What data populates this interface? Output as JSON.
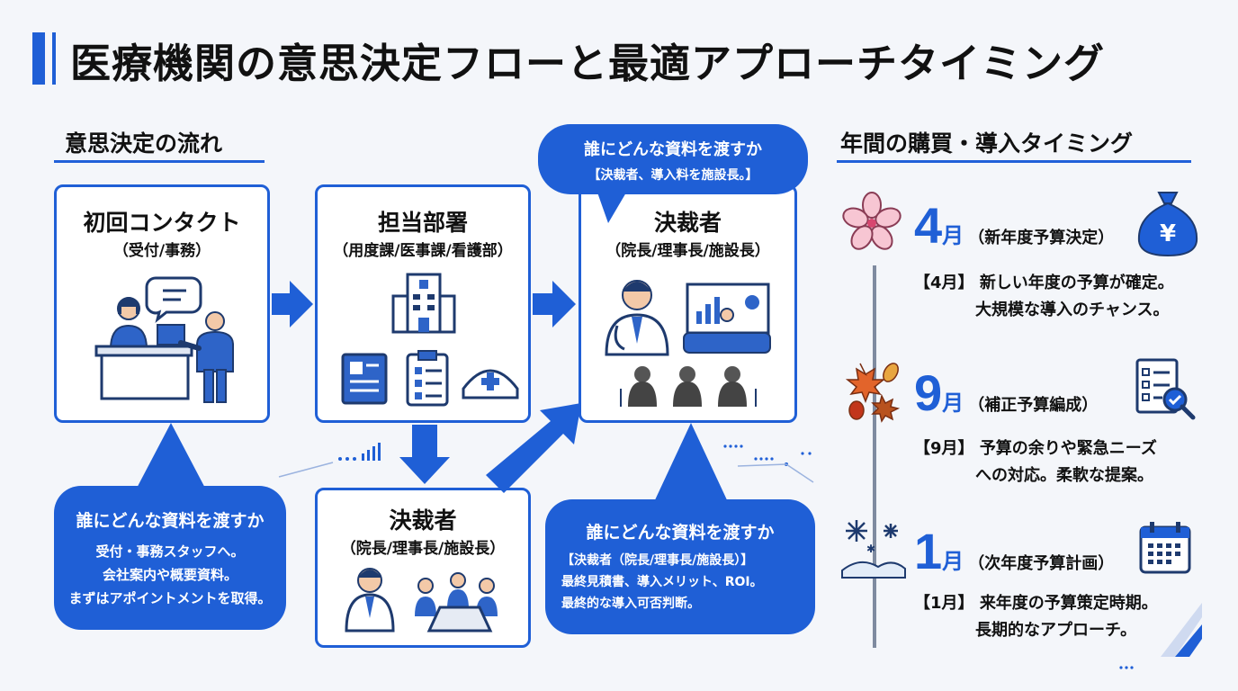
{
  "title": "医療機関の意思決定フローと最適アプローチタイミング",
  "flow": {
    "heading": "意思決定の流れ",
    "contact": {
      "title": "初回コンタクト",
      "sub": "（受付/事務）"
    },
    "dept": {
      "title": "担当部署",
      "sub": "（用度課/医事課/看護部）"
    },
    "approver_top": {
      "title": "決裁者",
      "sub": "（院長/理事長/施設長）"
    },
    "approver_bottom": {
      "title": "決裁者",
      "sub": "（院長/理事長/施設長）"
    },
    "bubble_left": {
      "title": "誰にどんな資料を渡すか",
      "lines": [
        "受付・事務スタッフへ。",
        "会社案内や概要資料。",
        "まずはアポイントメントを取得。"
      ]
    },
    "bubble_top": {
      "title": "誰にどんな資料を渡すか",
      "line": "【決裁者、導入料を施設長。】"
    },
    "bubble_right": {
      "title": "誰にどんな資料を渡すか",
      "lines": [
        "【決裁者（院長/理事長/施設長）】",
        "最終見積書、導入メリット、ROI。",
        "最終的な導入可否判断。"
      ]
    }
  },
  "timing": {
    "heading": "年間の購買・導入タイミング",
    "items": [
      {
        "num": "4",
        "unit": "月",
        "note": "（新年度予算決定）",
        "tag": "【4月】",
        "lines": [
          "新しい年度の予算が確定。",
          "大規模な導入のチャンス。"
        ],
        "left_icon": "cherry-blossom-icon",
        "right_icon": "yen-money-bag-icon"
      },
      {
        "num": "9",
        "unit": "月",
        "note": "（補正予算編成）",
        "tag": "【9月】",
        "lines": [
          "予算の余りや緊急ニーズ",
          "への対応。柔軟な提案。"
        ],
        "left_icon": "autumn-leaves-icon",
        "right_icon": "checklist-magnifier-icon"
      },
      {
        "num": "1",
        "unit": "月",
        "note": "（次年度予算計画）",
        "tag": "【1月】",
        "lines": [
          "来年度の予算策定時期。",
          "長期的なアプローチ。"
        ],
        "left_icon": "snowflake-icon",
        "right_icon": "calendar-icon"
      }
    ]
  },
  "colors": {
    "accent": "#1f5fd6",
    "background": "#f4f6fa"
  }
}
